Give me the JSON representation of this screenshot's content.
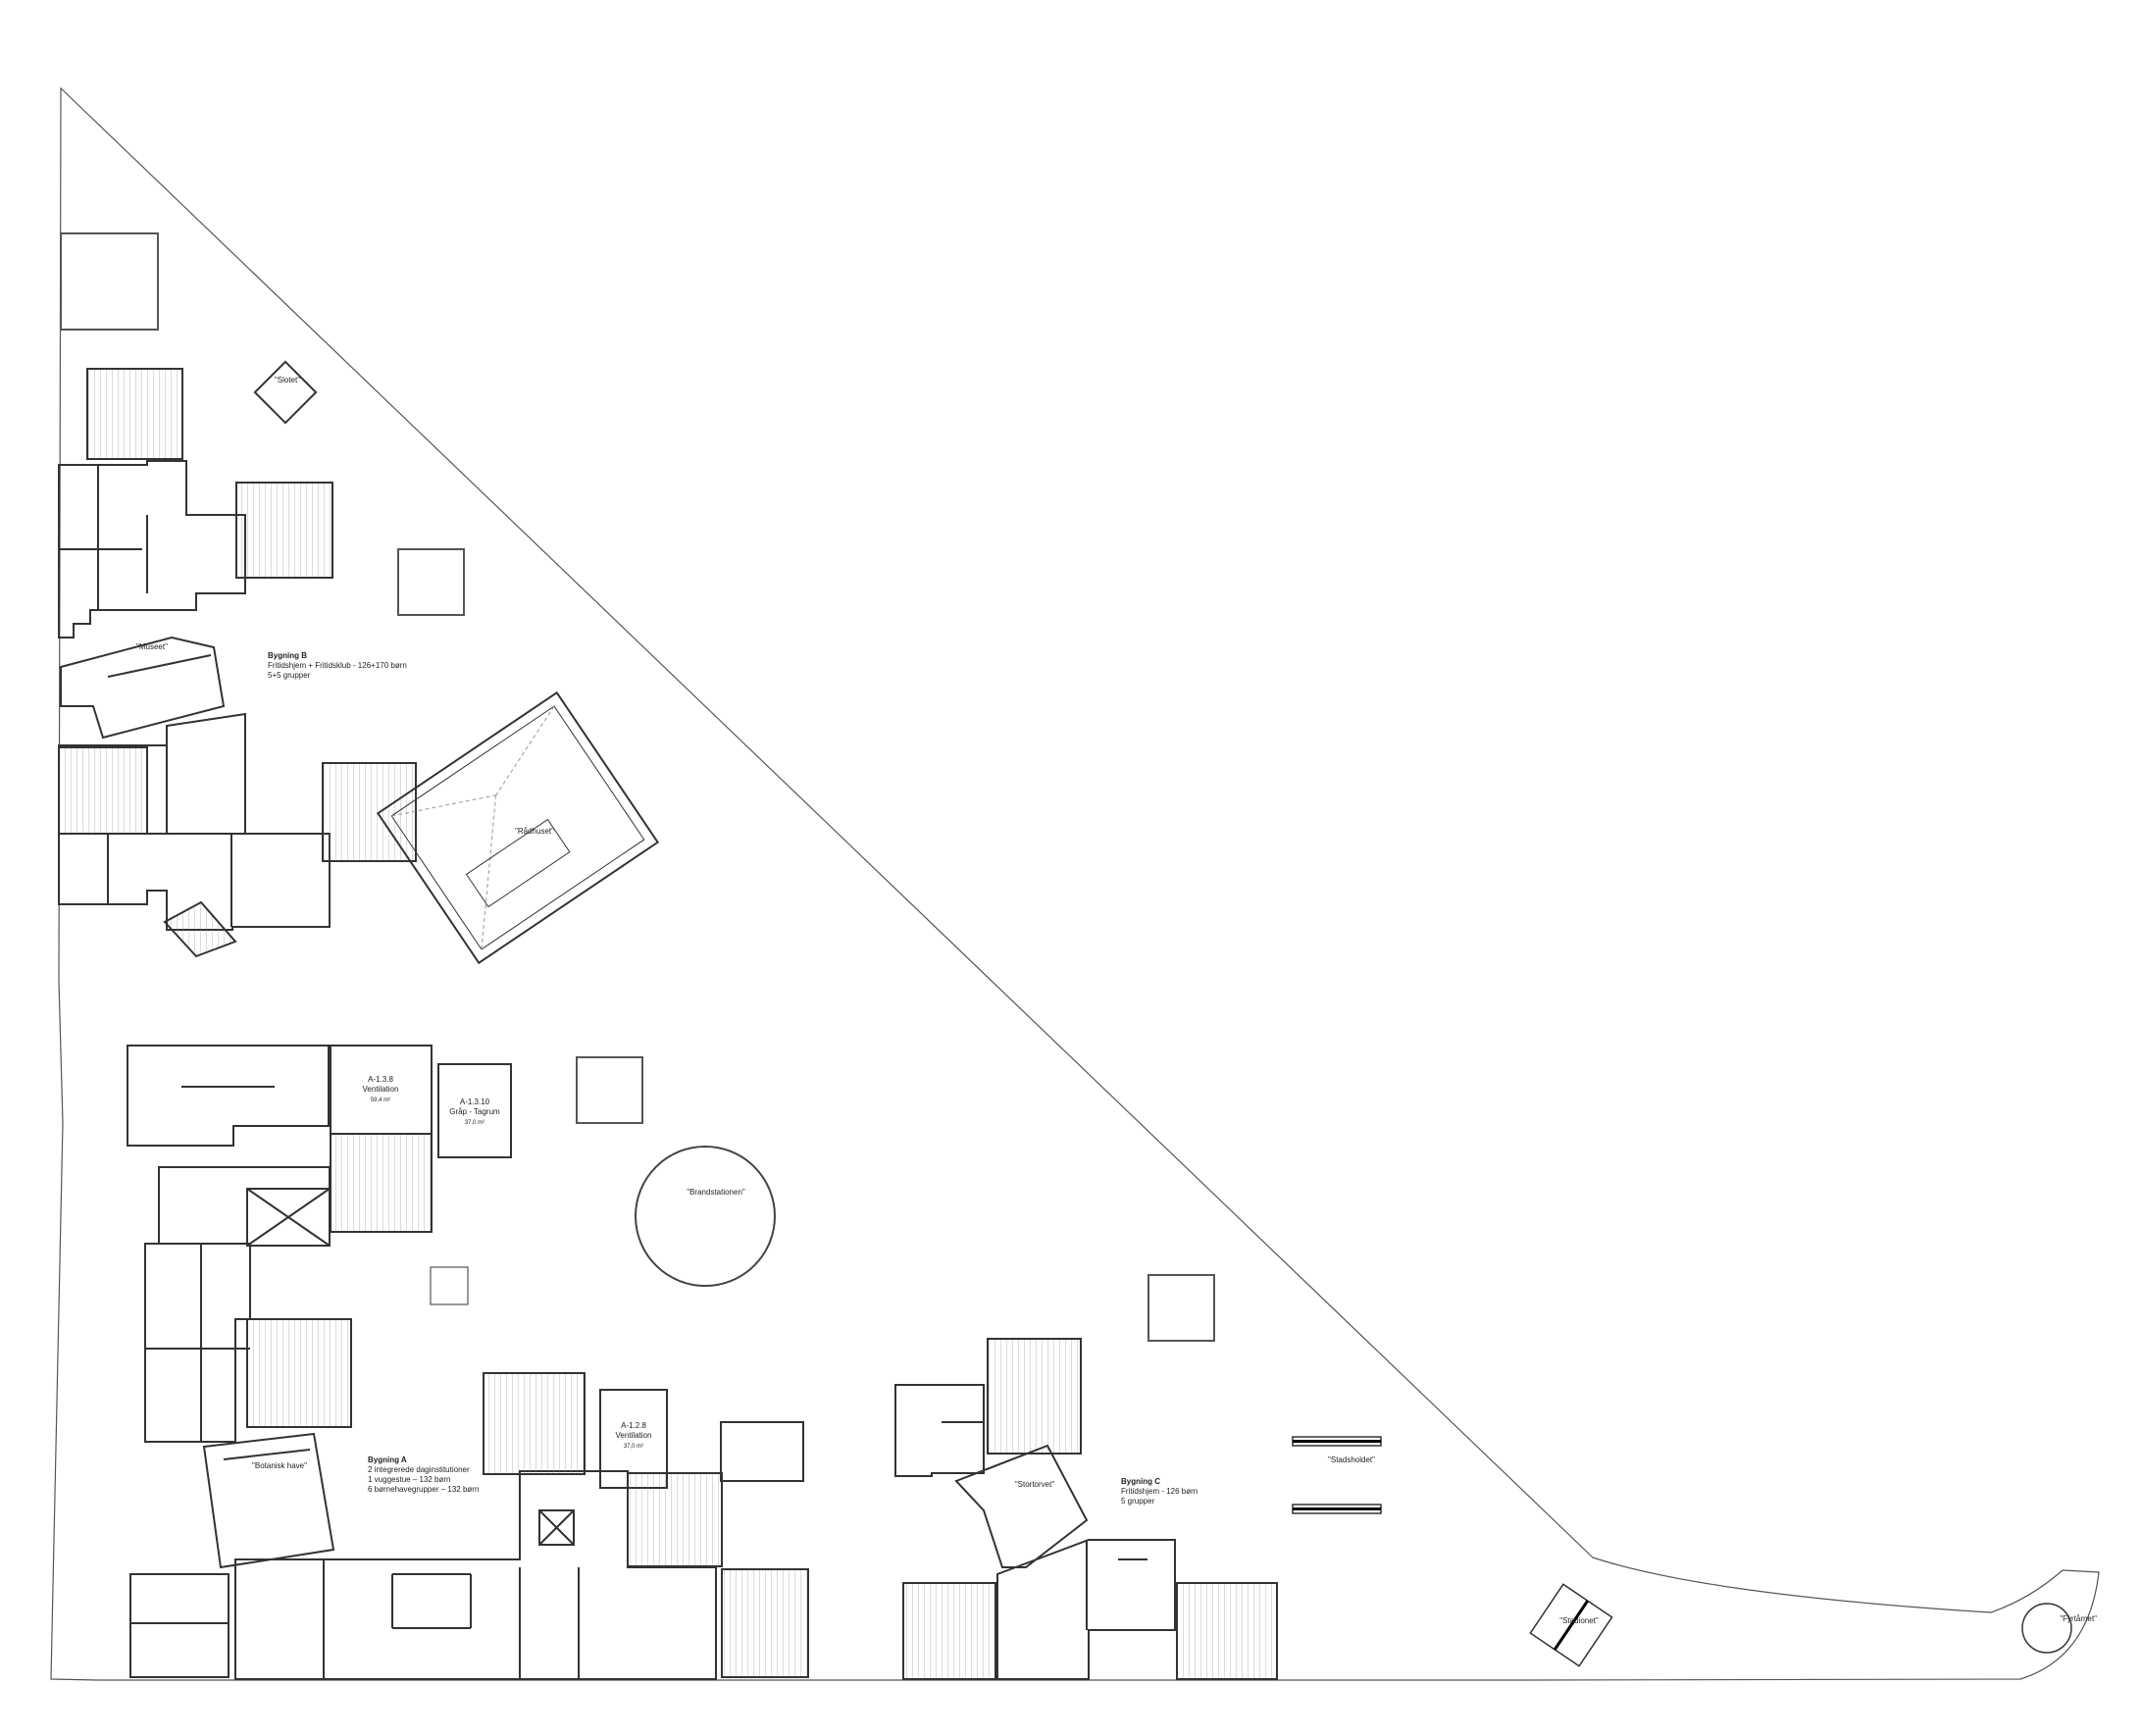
{
  "buildings": {
    "a": {
      "name": "Bygning A",
      "lines": [
        "2 integrerede daginstitutioner",
        "1 vuggestue – 132 børn",
        "6 børnehavegrupper – 132 børn"
      ]
    },
    "b": {
      "name": "Bygning B",
      "lines": [
        "Fritidshjem + Fritidsklub - 126+170 børn",
        "5+5 grupper"
      ]
    },
    "c": {
      "name": "Bygning C",
      "lines": [
        "Fritidshjem - 126 børn",
        "5 grupper"
      ]
    }
  },
  "features": {
    "slotet": "\"Slotet\"",
    "museet": "\"Museet\"",
    "radhuset": "\"Rådhuset\"",
    "brandstationen": "\"Brandstationen\"",
    "stadsholdet": "\"Stadsholdet\"",
    "stortorvet": "\"Stortorvet\"",
    "botaniskhave": "\"Botanisk have\"",
    "stadionet": "\"Stadionet\"",
    "fyrtaarnet": "\"Fyrtårnet\""
  },
  "rooms": {
    "a138": {
      "id": "A-1.3.8",
      "name": "Ventilation",
      "area": "59,4 m²"
    },
    "a1310": {
      "id": "A-1.3.10",
      "name": "Gråp - Tagrum",
      "area": "37,0 m²"
    },
    "a128": {
      "id": "A-1.2.8",
      "name": "Ventilation",
      "area": "37,0 m²"
    }
  }
}
